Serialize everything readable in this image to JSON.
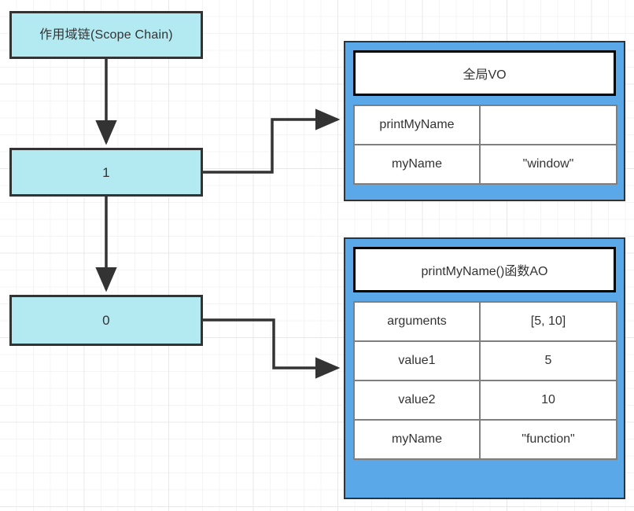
{
  "diagram": {
    "title_box": {
      "label": "作用域链(Scope Chain)"
    },
    "scope_chain": {
      "levels": [
        {
          "label": "1",
          "name": "scope-level-1"
        },
        {
          "label": "0",
          "name": "scope-level-0"
        }
      ]
    },
    "global_vo": {
      "header": "全局VO",
      "rows": [
        {
          "key": "printMyName",
          "value": ""
        },
        {
          "key": "myName",
          "value": "\"window\""
        }
      ]
    },
    "function_ao": {
      "header": "printMyName()函数AO",
      "rows": [
        {
          "key": "arguments",
          "value": "[5, 10]"
        },
        {
          "key": "value1",
          "value": "5"
        },
        {
          "key": "value2",
          "value": "10"
        },
        {
          "key": "myName",
          "value": "\"function\""
        }
      ]
    },
    "colors": {
      "scope_box_fill": "#b3eaf2",
      "scope_box_border": "#333333",
      "container_fill": "#5ba8e8",
      "container_border": "#333333",
      "header_border": "#000000",
      "table_border": "#7f7f7f",
      "connector": "#333333",
      "grid_minor": "#f4f4f4",
      "grid_major": "#e8e8e8",
      "background": "#ffffff",
      "text": "#333333"
    },
    "connectors": [
      {
        "name": "connector-title-to-level-1",
        "from": "作用域链(Scope Chain)",
        "to": "1"
      },
      {
        "name": "connector-level-1-to-level-0",
        "from": "1",
        "to": "0"
      },
      {
        "name": "connector-level-1-to-global-vo",
        "from": "1",
        "to": "全局VO"
      },
      {
        "name": "connector-level-0-to-function-ao",
        "from": "0",
        "to": "printMyName()函数AO"
      }
    ]
  }
}
